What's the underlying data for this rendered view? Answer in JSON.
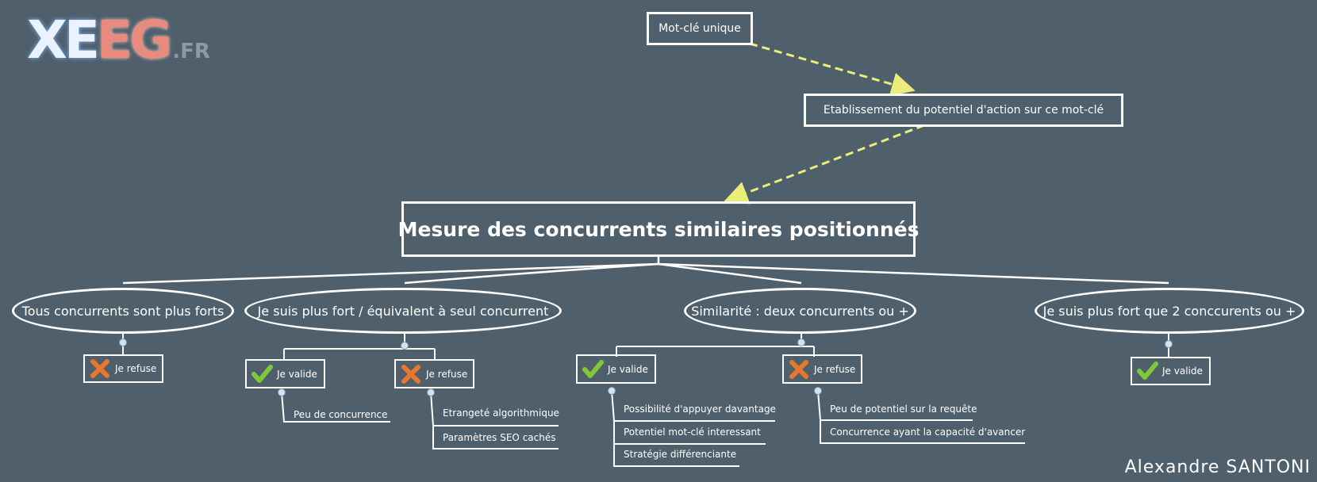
{
  "logo": {
    "part1": "XE",
    "part2": "EG",
    "part3": ".FR"
  },
  "signature": "Alexandre SANTONI",
  "top_boxes": {
    "keyword": "Mot-clé unique",
    "potential": "Etablissement du potentiel d'action sur ce mot-clé"
  },
  "main_title": "Mesure des concurrents similaires positionnés",
  "branches": [
    {
      "label": "Tous concurrents sont plus forts",
      "decisions": [
        {
          "icon": "cross-icon",
          "label": "Je refuse",
          "leaves": []
        }
      ]
    },
    {
      "label": "Je suis plus fort / équivalent à seul concurrent",
      "decisions": [
        {
          "icon": "check-icon",
          "label": "Je valide",
          "leaves": [
            "Peu de concurrence"
          ]
        },
        {
          "icon": "cross-icon",
          "label": "Je refuse",
          "leaves": [
            "Etrangeté  algorithmique",
            "Paramètres SEO cachés"
          ]
        }
      ]
    },
    {
      "label": "Similarité : deux concurrents ou +",
      "decisions": [
        {
          "icon": "check-icon",
          "label": "Je valide",
          "leaves": [
            "Possibilité d'appuyer davantage",
            "Potentiel mot-clé interessant",
            "Stratégie différenciante"
          ]
        },
        {
          "icon": "cross-icon",
          "label": "Je refuse",
          "leaves": [
            "Peu de potentiel sur la requête",
            "Concurrence ayant la capacité d'avancer"
          ]
        }
      ]
    },
    {
      "label": "Je suis plus fort que 2 conccurents ou +",
      "decisions": [
        {
          "icon": "check-icon",
          "label": "Je valide",
          "leaves": []
        }
      ]
    }
  ],
  "colors": {
    "background": "#4f5f6b",
    "arrow": "#ecec7a",
    "check": "#7fc83c",
    "cross": "#e8772e",
    "collapse_dot": "#cfe3f5"
  }
}
